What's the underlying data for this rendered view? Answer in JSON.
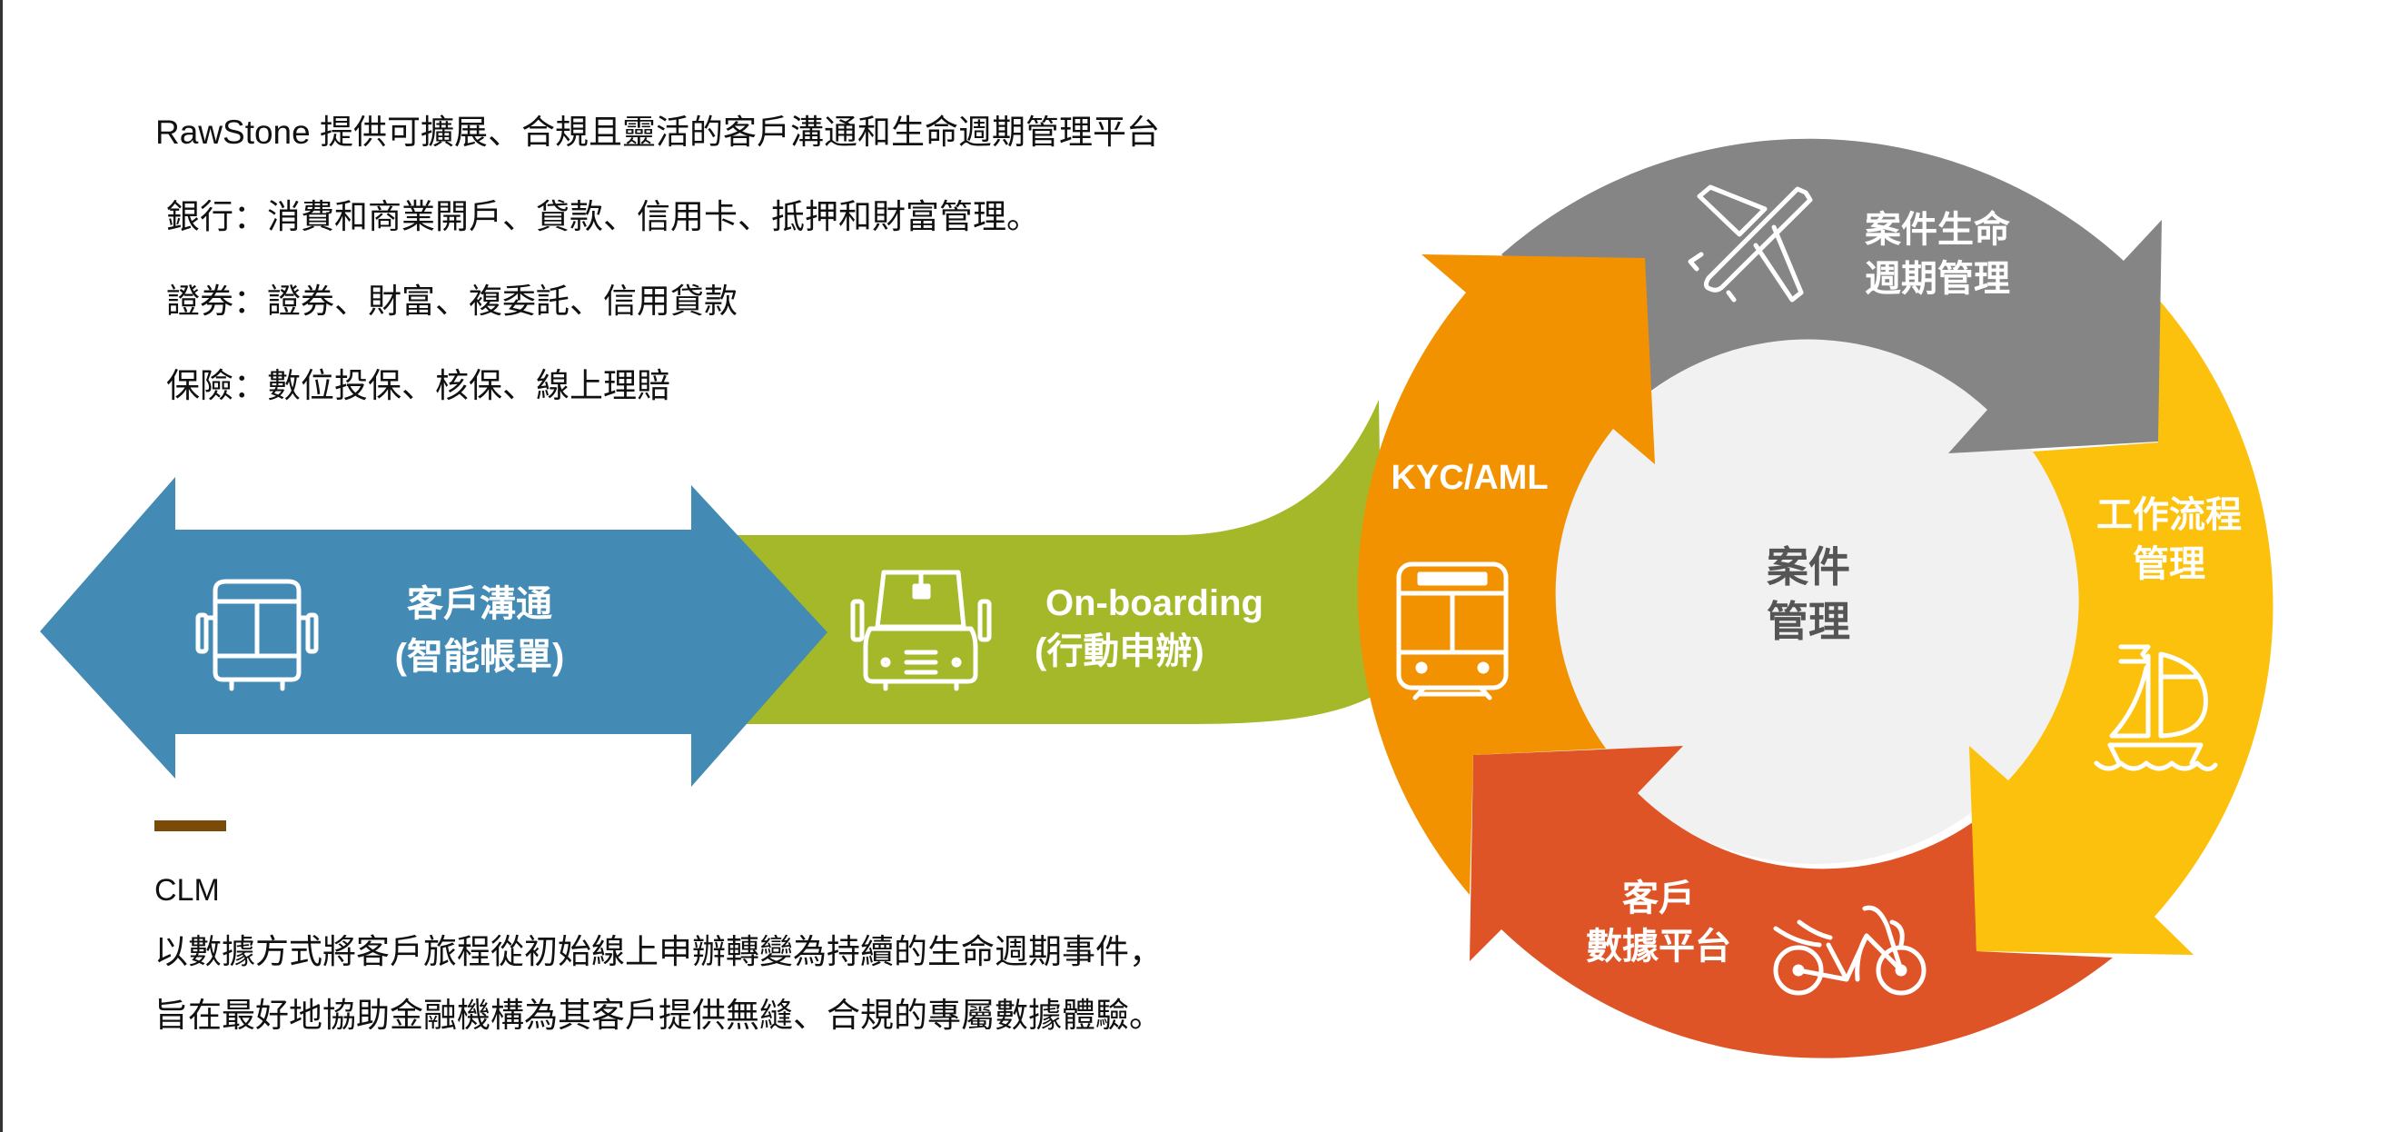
{
  "intro": {
    "title": "RawStone 提供可擴展、合規且靈活的客戶溝通和生命週期管理平台",
    "lines": [
      "銀行：消費和商業開戶、貸款、信用卡、抵押和財富管理。",
      "證券：證券、財富、複委託、信用貸款",
      "保險：數位投保、核保、線上理賠"
    ]
  },
  "clm": {
    "heading": "CLM",
    "lines": [
      "以數據方式將客戶旅程從初始線上申辦轉變為持續的生命週期事件，",
      "旨在最好地協助金融機構為其客戶提供無縫、合規的專屬數據體驗。"
    ]
  },
  "flow": {
    "communication": {
      "line1": "客戶溝通",
      "line2": "(智能帳單)",
      "icon": "bus-icon"
    },
    "onboarding": {
      "line1": "On-boarding",
      "line2": "(行動申辦)",
      "icon": "car-icon"
    }
  },
  "cycle": {
    "center": {
      "line1": "案件",
      "line2": "管理"
    },
    "segments": [
      {
        "line1": "案件生命",
        "line2": "週期管理",
        "icon": "airplane-icon",
        "color": "#858585"
      },
      {
        "line1": "工作流程",
        "line2": "管理",
        "icon": "sailboat-icon",
        "color": "#fcc10d"
      },
      {
        "line1": "客戶",
        "line2": "數據平台",
        "icon": "bicycle-icon",
        "color": "#de5427"
      },
      {
        "line1": "KYC/AML",
        "icon": "train-icon",
        "color": "#f39200"
      }
    ]
  },
  "colors": {
    "blue": "#438bb4",
    "green": "#a5b829",
    "center": "#f1f1f1",
    "divider": "#7a4a06"
  }
}
